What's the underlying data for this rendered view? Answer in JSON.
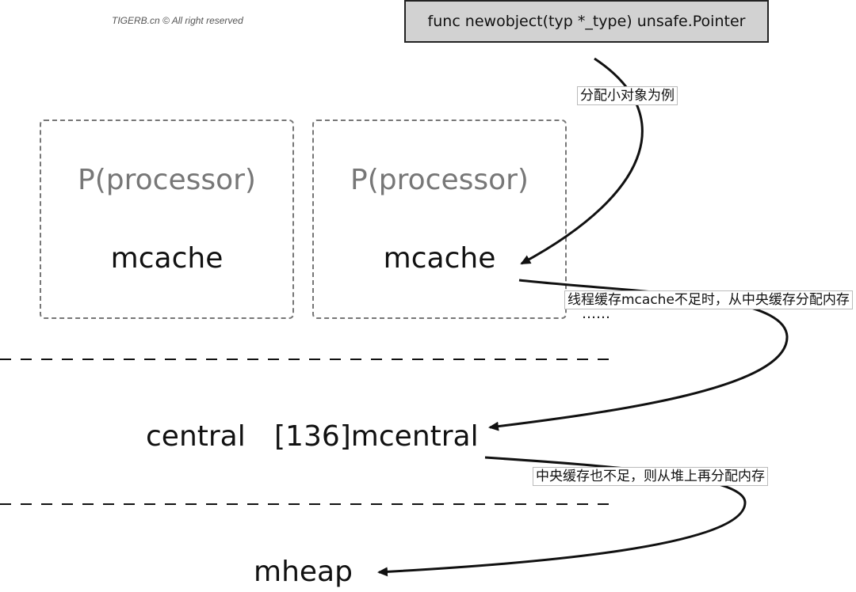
{
  "watermark": "TIGERB.cn © All right reserved",
  "func_signature": "func newobject(typ *_type) unsafe.Pointer",
  "processors": [
    {
      "title": "P(processor)",
      "cache": "mcache"
    },
    {
      "title": "P(processor)",
      "cache": "mcache"
    }
  ],
  "central_label": "central",
  "mcentral_label": "[136]mcentral",
  "mheap_label": "mheap",
  "notes": {
    "small_object": "分配小对象为例",
    "mcache_insufficient": "线程缓存mcache不足时，从中央缓存分配内存",
    "ellipsis": "……",
    "central_insufficient": "中央缓存也不足，则从堆上再分配内存"
  },
  "colors": {
    "func_box_fill": "#d2d2d2",
    "processor_text": "#777777",
    "line": "#111111"
  }
}
